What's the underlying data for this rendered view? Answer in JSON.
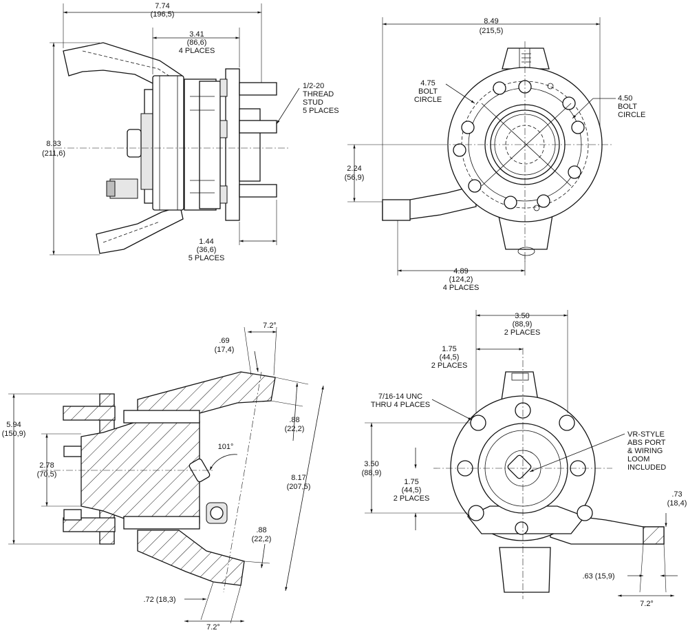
{
  "views": {
    "side": {
      "overall_width": [
        "7.74",
        "(196,5)"
      ],
      "overall_height": [
        "8.33",
        "(211,6)"
      ],
      "stud_spacing": [
        "3.41",
        "(86,6)",
        "4 PLACES"
      ],
      "stud_length": [
        "1.44",
        "(36,6)",
        "5 PLACES"
      ],
      "stud_callout": [
        "1/2-20",
        "THREAD",
        "STUD",
        "5 PLACES"
      ]
    },
    "front": {
      "overall_width": [
        "8.49",
        "(215,5)"
      ],
      "bolt_circle_475": [
        "4.75",
        "BOLT",
        "CIRCLE"
      ],
      "bolt_circle_450": [
        "4.50",
        "BOLT",
        "CIRCLE"
      ],
      "arm_offset": [
        "2.24",
        "(56,9)"
      ],
      "arm_reach": [
        "4.89",
        "(124,2)",
        "4 PLACES"
      ]
    },
    "section": {
      "angle_top": "7.2°",
      "flange_top": [
        ".69",
        "(17,4)"
      ],
      "arm_thickness_top": [
        ".88",
        "(22,2)"
      ],
      "overall_height": [
        "5.94",
        "(150,9)"
      ],
      "hub_height": [
        "2.78",
        "(70,5)"
      ],
      "kingpin_angle": "101°",
      "arm_span": [
        "8.17",
        "(207,5)"
      ],
      "arm_thickness_bottom": [
        ".88",
        "(22,2)"
      ],
      "flange_bottom": ".72 (18,3)",
      "angle_bottom": "7.2°"
    },
    "rear": {
      "bolt_spacing_h": [
        "3.50",
        "(88,9)",
        "2 PLACES"
      ],
      "bolt_half_h": [
        "1.75",
        "(44,5)",
        "2 PLACES"
      ],
      "thread_callout": [
        "7/16-14 UNC",
        "THRU 4 PLACES"
      ],
      "abs_callout": [
        "VR-STYLE",
        "ABS PORT",
        "& WIRING",
        "LOOM",
        "INCLUDED"
      ],
      "bolt_spacing_v": [
        "3.50",
        "(88,9)"
      ],
      "bolt_half_v": [
        "1.75",
        "(44,5)",
        "2 PLACES"
      ],
      "arm_thickness": [
        ".73",
        "(18,4)"
      ],
      "arm_width": ".63 (15,9)",
      "arm_angle": "7.2°"
    }
  }
}
